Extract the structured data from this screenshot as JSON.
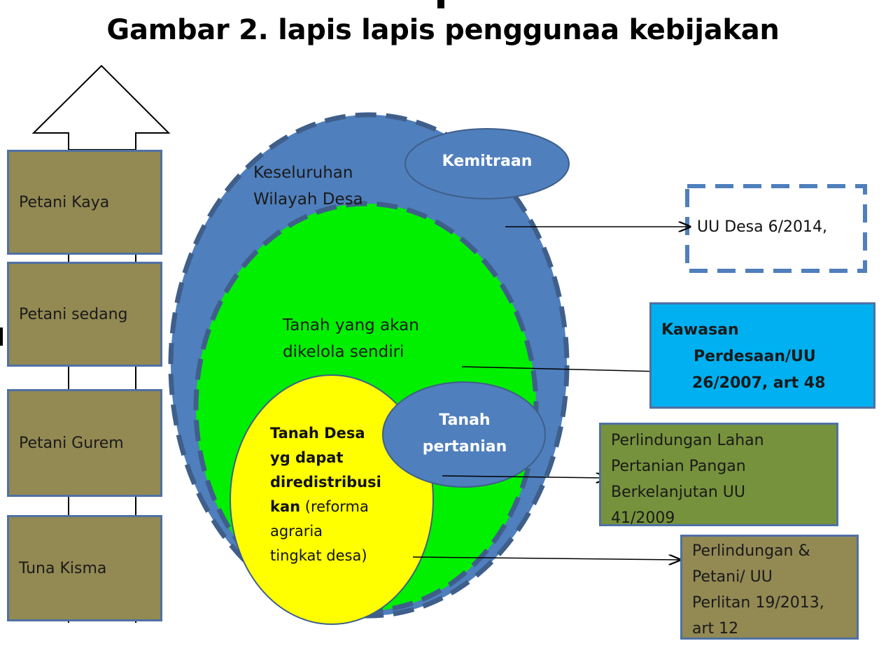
{
  "title": "Gambar 2. lapis lapis penggunaa kebijakan",
  "tiers": [
    "Petani Kaya",
    "Petani sedang",
    "Petani Gurem",
    "Tuna Kisma"
  ],
  "ellipses": {
    "outer_label_1": "Keseluruhan",
    "outer_label_2": "Wilayah  Desa",
    "kemitraan": "Kemitraan",
    "green_label_1": "Tanah yang akan",
    "green_label_2": "dikelola sendiri",
    "tanah_pertanian_1": "Tanah",
    "tanah_pertanian_2": "pertanian",
    "yellow_lines": [
      "Tanah Desa",
      "yg dapat",
      "diredistribusi",
      "kan",
      " (reforma",
      "agraria",
      "tingkat desa)"
    ]
  },
  "boxes": {
    "uu_desa": "UU Desa 6/2014,",
    "kawasan": [
      "Kawasan",
      "Perdesaan/UU",
      "26/2007, art 48"
    ],
    "perlindungan_lahan": [
      "Perlindungan  Lahan",
      "Pertanian Pangan",
      "Berkelanjutan UU",
      "41/2009"
    ],
    "perlindungan_petani": [
      "Perlindungan &",
      "Petani/ UU",
      "Perlitan 19/2013,",
      "art 12"
    ]
  },
  "colors": {
    "outer_ellipse": "#4f7fbd",
    "dash_border": "#3f5f8a",
    "green": "#00f000",
    "yellow": "#ffff00",
    "kawasan": "#00b0f0",
    "olive": "#76923c",
    "khaki": "#938953"
  }
}
